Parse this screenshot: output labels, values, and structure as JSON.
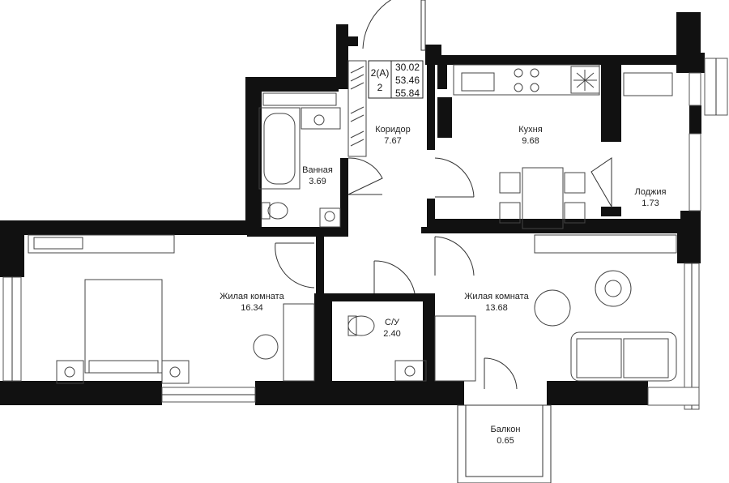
{
  "apartment": {
    "type": "2(A)",
    "rooms_count": "2",
    "area_living": "30.02",
    "area_total": "53.46",
    "area_with_balcony": "55.84"
  },
  "rooms": {
    "corridor": {
      "name": "Коридор",
      "area": "7.67"
    },
    "kitchen": {
      "name": "Кухня",
      "area": "9.68"
    },
    "bathroom": {
      "name": "Ванная",
      "area": "3.69"
    },
    "loggia": {
      "name": "Лоджия",
      "area": "1.73"
    },
    "bedroom": {
      "name": "Жилая комната",
      "area": "16.34"
    },
    "living": {
      "name": "Жилая комната",
      "area": "13.68"
    },
    "wc": {
      "name": "С/У",
      "area": "2.40"
    },
    "balcony": {
      "name": "Балкон",
      "area": "0.65"
    }
  },
  "colors": {
    "wall": "#111111",
    "line": "#444444",
    "background": "#ffffff"
  }
}
